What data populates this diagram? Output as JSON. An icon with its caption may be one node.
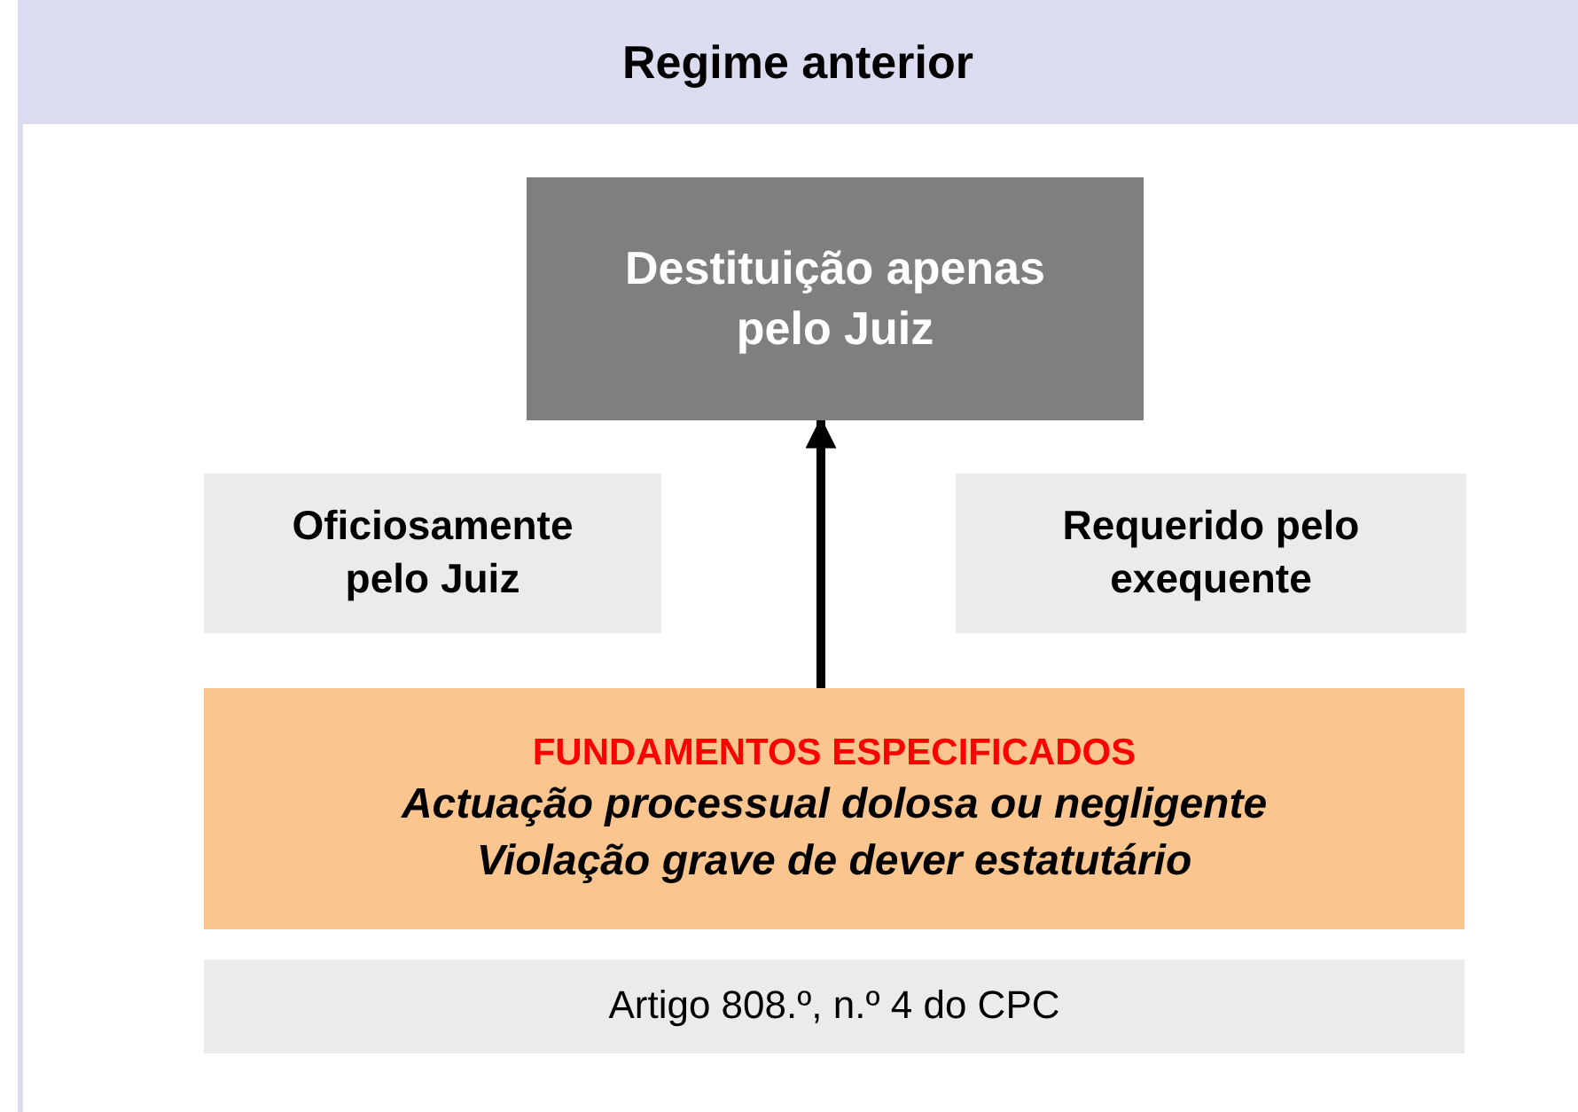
{
  "diagram": {
    "title": "Regime anterior",
    "nodes": [
      {
        "text": [
          "Destituição apenas pelo Juiz"
        ]
      },
      {
        "text": [
          "Oficiosamente pelo Juiz"
        ]
      },
      {
        "text": [
          "Requerido pelo exequente"
        ]
      },
      {
        "text": [
          "FUNDAMENTOS ESPECIFICADOS",
          "Actuação processual dolosa ou negligente",
          "Violação grave de dever estatutário"
        ]
      },
      {
        "text": [
          "Artigo 808.º, n.º 4 do CPC"
        ]
      }
    ],
    "edges": [
      {
        "from": 3,
        "to": 0,
        "arrow": "to"
      }
    ]
  }
}
